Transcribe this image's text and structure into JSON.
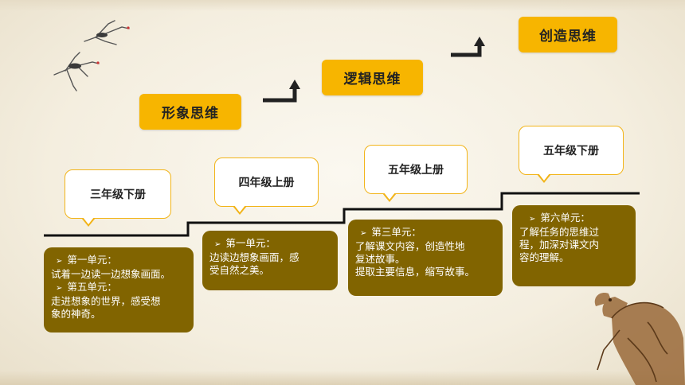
{
  "thinking": {
    "visual": "形象思维",
    "logical": "逻辑思维",
    "creative": "创造思维"
  },
  "grades": {
    "g3_lower": "三年级下册",
    "g4_upper": "四年级上册",
    "g5_upper": "五年级上册",
    "g5_lower": "五年级下册"
  },
  "cards": {
    "c1": {
      "u1_title": "第一单元：",
      "u1_text": "试着一边读一边想象画面。",
      "u5_title": "第五单元：",
      "u5_text_1": "走进想象的世界，感受想",
      "u5_text_2": "象的神奇。"
    },
    "c2": {
      "u1_title": "第一单元：",
      "text_1": "边读边想象画面，感",
      "text_2": "受自然之美。"
    },
    "c3": {
      "u3_title": "第三单元：",
      "text_1": "了解课文内容，创造性地",
      "text_2": "复述故事。",
      "text_3": "提取主要信息，缩写故事。"
    },
    "c4": {
      "u6_title": "第六单元：",
      "text_1": "了解任务的思维过",
      "text_2": "程，加深对课文内",
      "text_3": "容的理解。"
    }
  },
  "colors": {
    "accent_yellow": "#f7b500",
    "card_brown": "#816400",
    "bubble_border": "#f2b418"
  }
}
